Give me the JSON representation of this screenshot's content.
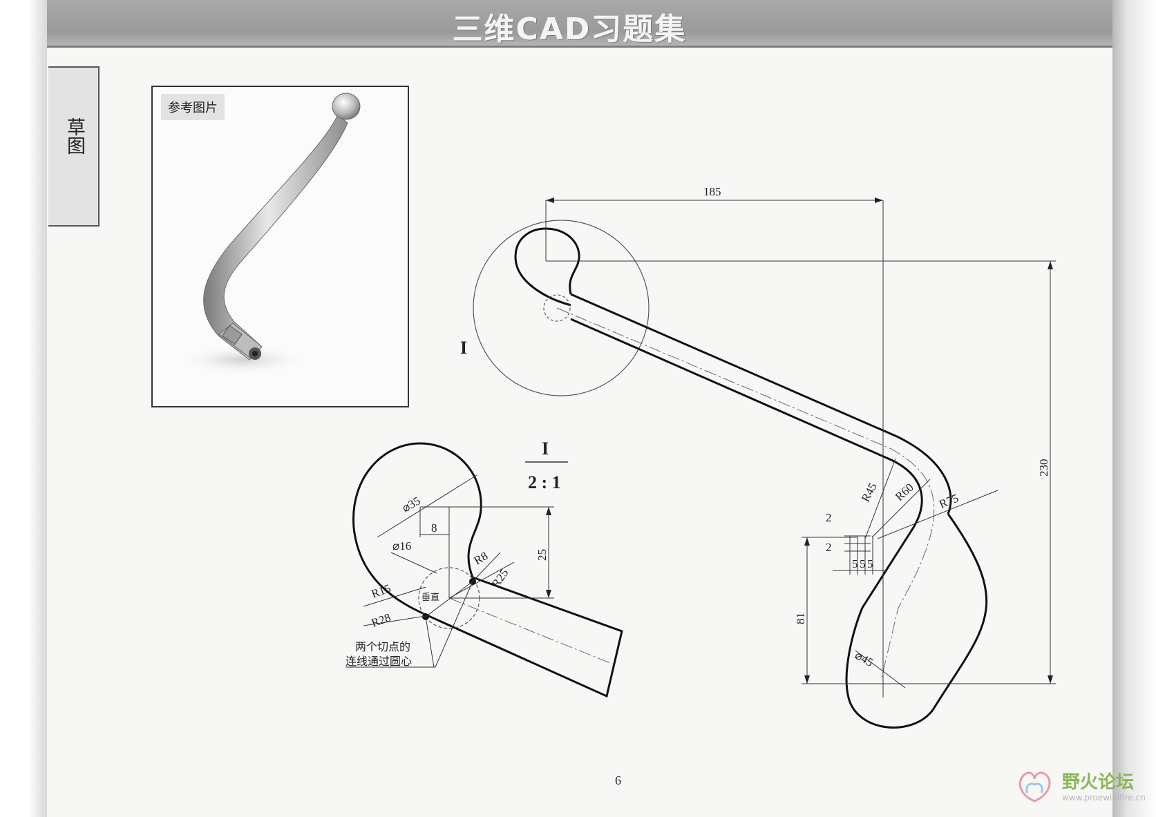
{
  "header": {
    "title": "三维CAD习题集"
  },
  "side_tab": {
    "label": "草图"
  },
  "reference": {
    "label": "参考图片"
  },
  "drawing": {
    "main_view": {
      "dims": {
        "width_185": "185",
        "height_230": "230",
        "height_81": "81",
        "r45": "R45",
        "r60": "R60",
        "r75": "R75",
        "dia45": "⌀45",
        "gap2_top": "2",
        "gap2_bottom": "2",
        "offset_5a": "5",
        "offset_5b": "5",
        "offset_5c": "5"
      },
      "detail_marker": "I"
    },
    "detail_view": {
      "title": "I",
      "scale": "2 : 1",
      "dims": {
        "dia35": "⌀35",
        "dia16": "⌀16",
        "d8": "8",
        "d25": "25",
        "r8": "R8",
        "r25": "R25",
        "r15": "R15",
        "r28": "R28",
        "perpendicular": "垂直"
      },
      "note_line1": "两个切点的",
      "note_line2": "连线通过圆心"
    }
  },
  "page_number": "6",
  "watermark": {
    "name": "野火论坛",
    "url": "www.proewildfire.cn"
  }
}
